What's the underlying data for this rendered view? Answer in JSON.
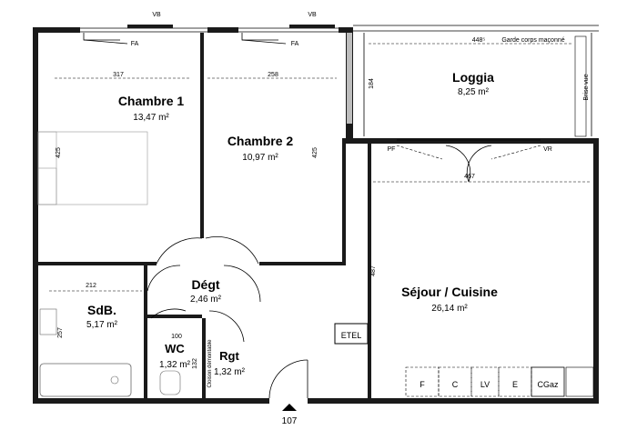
{
  "rooms": {
    "chambre1": {
      "name": "Chambre 1",
      "area": "13,47 m²"
    },
    "chambre2": {
      "name": "Chambre 2",
      "area": "10,97 m²"
    },
    "loggia": {
      "name": "Loggia",
      "area": "8,25 m²"
    },
    "degt": {
      "name": "Dégt",
      "area": "2,46 m²"
    },
    "sdb": {
      "name": "SdB.",
      "area": "5,17 m²"
    },
    "wc": {
      "name": "WC",
      "area": "1,32 m²"
    },
    "rgt": {
      "name": "Rgt",
      "area": "1,32 m²"
    },
    "sejour": {
      "name": "Séjour / Cuisine",
      "area": "26,14 m²"
    }
  },
  "dimensions": {
    "d317": "317",
    "d258": "258",
    "d448": "448⁵",
    "d184": "184",
    "d425a": "425",
    "d425b": "425",
    "d467": "467",
    "d487": "487",
    "d212": "212",
    "d257": "257",
    "d100": "100",
    "d132": "132"
  },
  "labels": {
    "vb1": "VB",
    "vb2": "VB",
    "fa1": "FA",
    "fa2": "FA",
    "pf": "PF",
    "vr": "VR",
    "garde": "Garde corps maçonné",
    "brise": "Brise vue",
    "etel": "ETEL",
    "cloison": "Cloison démontable",
    "entry": "107"
  },
  "appliances": [
    "F",
    "C",
    "LV",
    "E",
    "CGaz"
  ]
}
